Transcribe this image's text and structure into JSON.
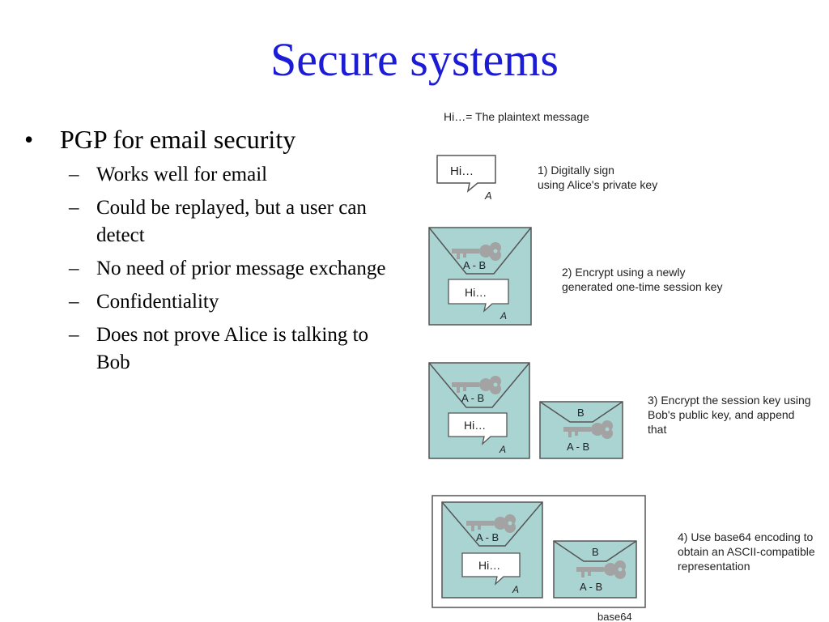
{
  "slide": {
    "title": "Secure systems"
  },
  "bullets": {
    "main": "PGP for email security",
    "sub": [
      "Works well for email",
      "Could be replayed, but a user can detect",
      "No need of prior message exchange",
      "Confidentiality",
      "Does not prove Alice is talking to Bob"
    ]
  },
  "diagram": {
    "legend": "Hi…= The plaintext message",
    "message": "Hi…",
    "signer": "A",
    "session_key_label": "A - B",
    "recipient_label": "B",
    "base64_label": "base64",
    "steps": [
      [
        "1)  Digitally sign",
        "using Alice's private key"
      ],
      [
        "2) Encrypt using a newly",
        "generated one-time session key"
      ],
      [
        "3) Encrypt the session key using",
        "Bob's public key, and append",
        "that"
      ],
      [
        "4) Use base64 encoding to",
        "obtain an ASCII-compatible",
        "representation"
      ]
    ],
    "colors": {
      "envelope_fill": "#a9d4d2",
      "envelope_stroke": "#555555",
      "key": "#a3a3a3",
      "title": "#1c1cd6"
    }
  }
}
